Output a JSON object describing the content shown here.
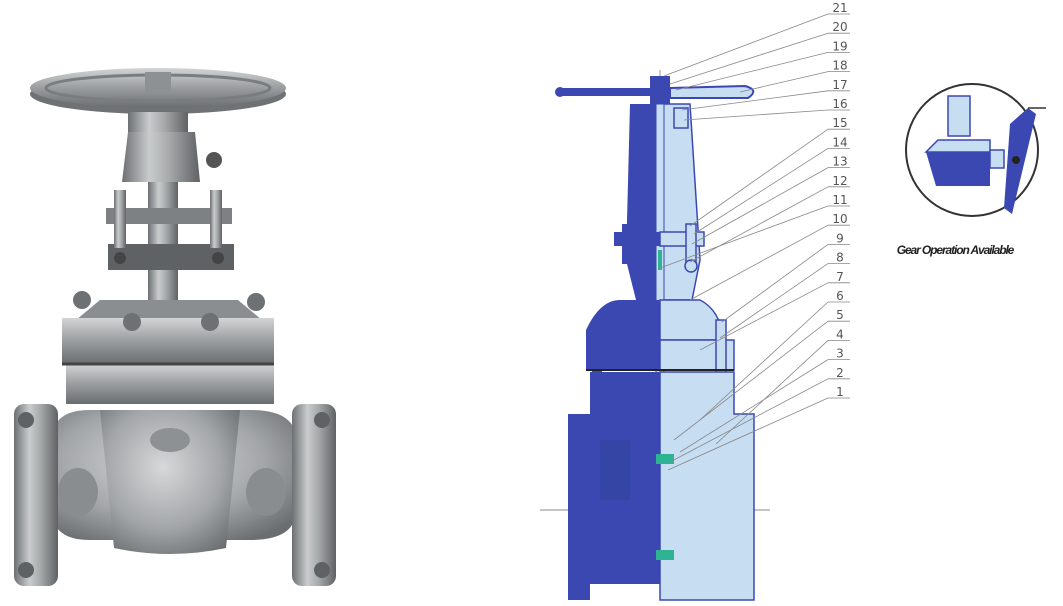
{
  "colors": {
    "section_blue": "#3c48b2",
    "light_blue": "#c6ddf2",
    "steel": "#a9acad",
    "accent_green": "#2fb493"
  },
  "callouts": [
    "21",
    "20",
    "19",
    "18",
    "17",
    "16",
    "15",
    "14",
    "13",
    "12",
    "11",
    "10",
    "9",
    "8",
    "7",
    "6",
    "5",
    "4",
    "3",
    "2",
    "1"
  ],
  "gear_inset": {
    "caption": "Gear Operation Available",
    "icon": "gear-operator-icon"
  },
  "photo": {
    "icon": "gate-valve-photo-icon"
  }
}
